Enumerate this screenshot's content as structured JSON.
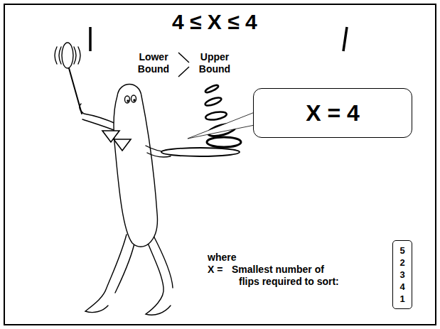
{
  "diagram": {
    "title": "4 ≤ X ≤ 4",
    "nodes": [
      {
        "text": [
          "X = 4"
        ]
      },
      {
        "text": [
          "5 2 3 4 1"
        ]
      }
    ],
    "labels": [
      "Lower Bound",
      "Upper Bound",
      "where",
      "X =",
      "Smallest number of flips required to sort:"
    ]
  }
}
